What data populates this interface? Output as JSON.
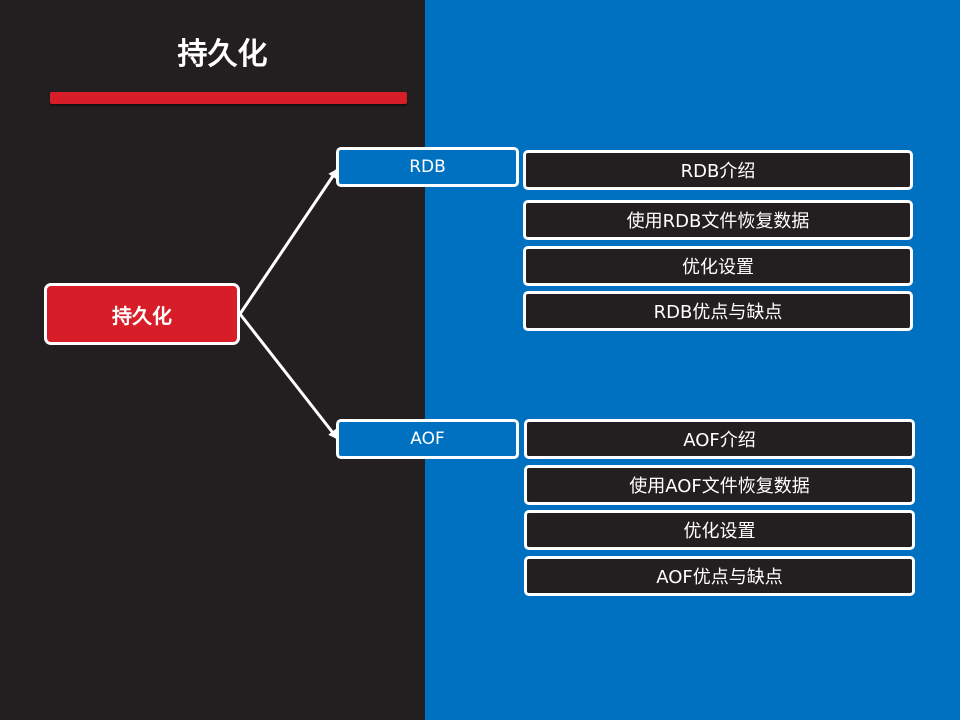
{
  "page": {
    "title": "持久化"
  },
  "colors": {
    "left_panel": "#231f20",
    "right_panel": "#0070c0",
    "accent_red": "#d71e28",
    "box_border": "#ffffff"
  },
  "diagram": {
    "root": {
      "label": "持久化"
    },
    "branches": [
      {
        "label": "RDB",
        "items": [
          "RDB介绍",
          "使用RDB文件恢复数据",
          "优化设置",
          "RDB优点与缺点"
        ]
      },
      {
        "label": "AOF",
        "items": [
          "AOF介绍",
          "使用AOF文件恢复数据",
          "优化设置",
          "AOF优点与缺点"
        ]
      }
    ]
  }
}
